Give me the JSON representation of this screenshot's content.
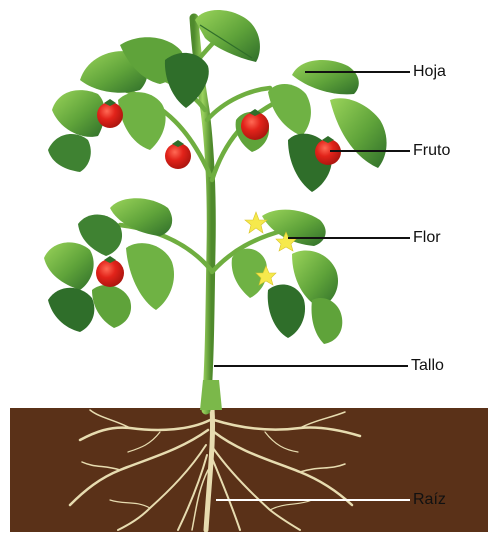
{
  "colors": {
    "soil": "#5a3118",
    "root": "#e7dcb0",
    "stem": "#7bb84a",
    "stem_dark": "#4f8a2c",
    "leaf_light": "#8cc74e",
    "leaf_mid": "#5fa33a",
    "leaf_dark": "#2f6e2a",
    "fruit": "#e2231a",
    "fruit_shade": "#a8140e",
    "flower": "#f6e94c",
    "pointer": "#111111",
    "label_text": "#111111"
  },
  "labels": {
    "leaf": "Hoja",
    "fruit": "Fruto",
    "flower": "Flor",
    "stem": "Tallo",
    "root": "Raíz"
  }
}
